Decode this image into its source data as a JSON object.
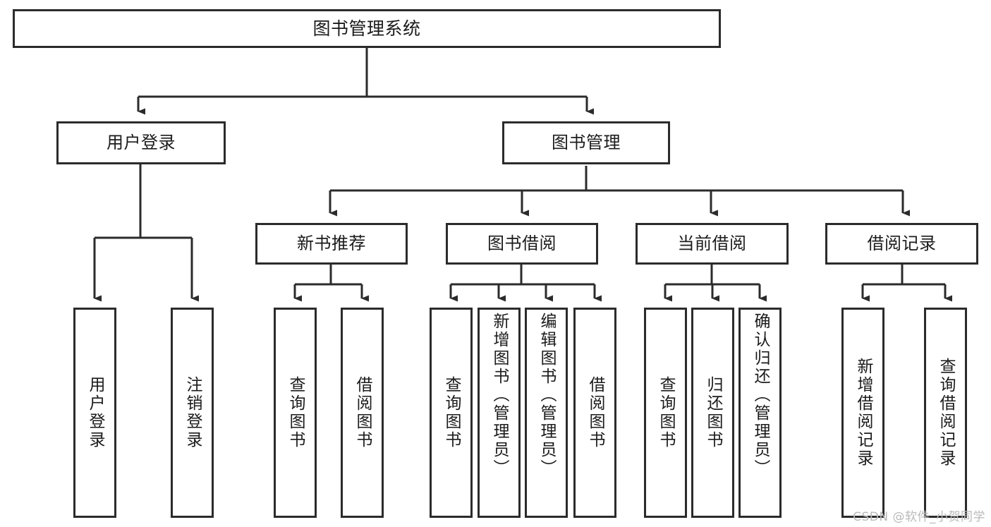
{
  "diagram": {
    "title": "图书管理系统",
    "type": "tree-hierarchy-chart",
    "colors": {
      "background": "#ffffff",
      "box_border": "#2b2b2b",
      "box_fill": "#ffffff",
      "edge": "#2b2b2b",
      "text": "#1b1b1b",
      "watermark": "#b9b9b9"
    },
    "nodes": {
      "root": {
        "label": "图书管理系统"
      },
      "level1": [
        {
          "id": "user-login",
          "label": "用户登录"
        },
        {
          "id": "book-manage",
          "label": "图书管理"
        }
      ],
      "level2": [
        {
          "id": "new-book-recommend",
          "label": "新书推荐"
        },
        {
          "id": "book-borrow",
          "label": "图书借阅"
        },
        {
          "id": "current-borrow",
          "label": "当前借阅"
        },
        {
          "id": "borrow-record",
          "label": "借阅记录"
        }
      ],
      "leaves": {
        "user-login": [
          {
            "id": "user-login-action",
            "label": "用户登录"
          },
          {
            "id": "user-logout-action",
            "label": "注销登录"
          }
        ],
        "new-book-recommend": [
          {
            "id": "query-book-1",
            "label": "查询图书"
          },
          {
            "id": "borrow-book-1",
            "label": "借阅图书"
          }
        ],
        "book-borrow": [
          {
            "id": "query-book-2",
            "label": "查询图书"
          },
          {
            "id": "add-book",
            "label": "新增图书（管理员）"
          },
          {
            "id": "edit-book",
            "label": "编辑图书（管理员）"
          },
          {
            "id": "borrow-book-2",
            "label": "借阅图书"
          }
        ],
        "current-borrow": [
          {
            "id": "query-book-3",
            "label": "查询图书"
          },
          {
            "id": "return-book",
            "label": "归还图书"
          },
          {
            "id": "confirm-return",
            "label": "确认归还（管理员）"
          }
        ],
        "borrow-record": [
          {
            "id": "add-borrow-record",
            "label": "新增借阅记录"
          },
          {
            "id": "query-borrow-record",
            "label": "查询借阅记录"
          }
        ]
      }
    },
    "watermark": "CSDN @软件_小贺同学"
  }
}
